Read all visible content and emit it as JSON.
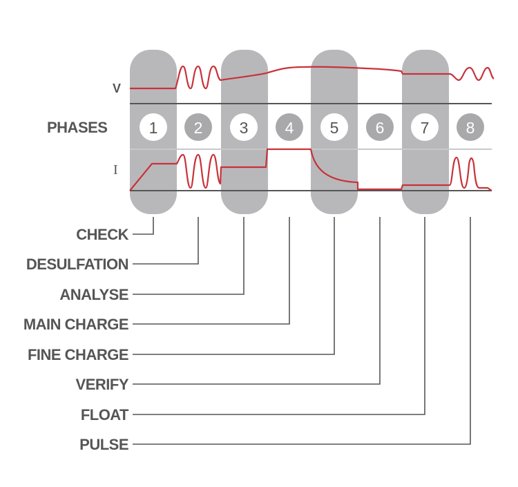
{
  "axes": {
    "voltage": "V",
    "current": "I"
  },
  "phases_title": "PHASES",
  "phases": [
    {
      "number": "1",
      "label": "CHECK",
      "highlighted": true
    },
    {
      "number": "2",
      "label": "DESULFATION",
      "highlighted": false
    },
    {
      "number": "3",
      "label": "ANALYSE",
      "highlighted": true
    },
    {
      "number": "4",
      "label": "MAIN CHARGE",
      "highlighted": false
    },
    {
      "number": "5",
      "label": "FINE CHARGE",
      "highlighted": true
    },
    {
      "number": "6",
      "label": "VERIFY",
      "highlighted": false
    },
    {
      "number": "7",
      "label": "FLOAT",
      "highlighted": true
    },
    {
      "number": "8",
      "label": "PULSE",
      "highlighted": false
    }
  ],
  "colors": {
    "curve": "#c8323a",
    "band": "#b8b8bb",
    "axis": "#555555",
    "text": "#555555",
    "circle_white": "#ffffff",
    "circle_gray": "#a9a9ac"
  }
}
